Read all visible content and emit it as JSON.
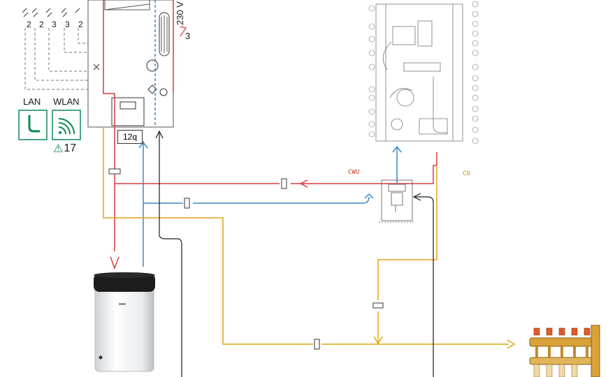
{
  "network": {
    "lan_label": "LAN",
    "wlan_label": "WLAN",
    "warning_number": "17"
  },
  "unit_label": "12q",
  "voltage_label": "230 V",
  "voltage_marker": "3",
  "wire_numbers": [
    "2",
    "2",
    "3",
    "3",
    "2"
  ],
  "pipe_labels": {
    "dhw": "CWU",
    "heating": "CO"
  },
  "colors": {
    "hot": "#d63b3b",
    "cold": "#3a86c8",
    "heating": "#e2a418",
    "signal": "#1a1a1a",
    "icon_green": "#0e8a55"
  }
}
